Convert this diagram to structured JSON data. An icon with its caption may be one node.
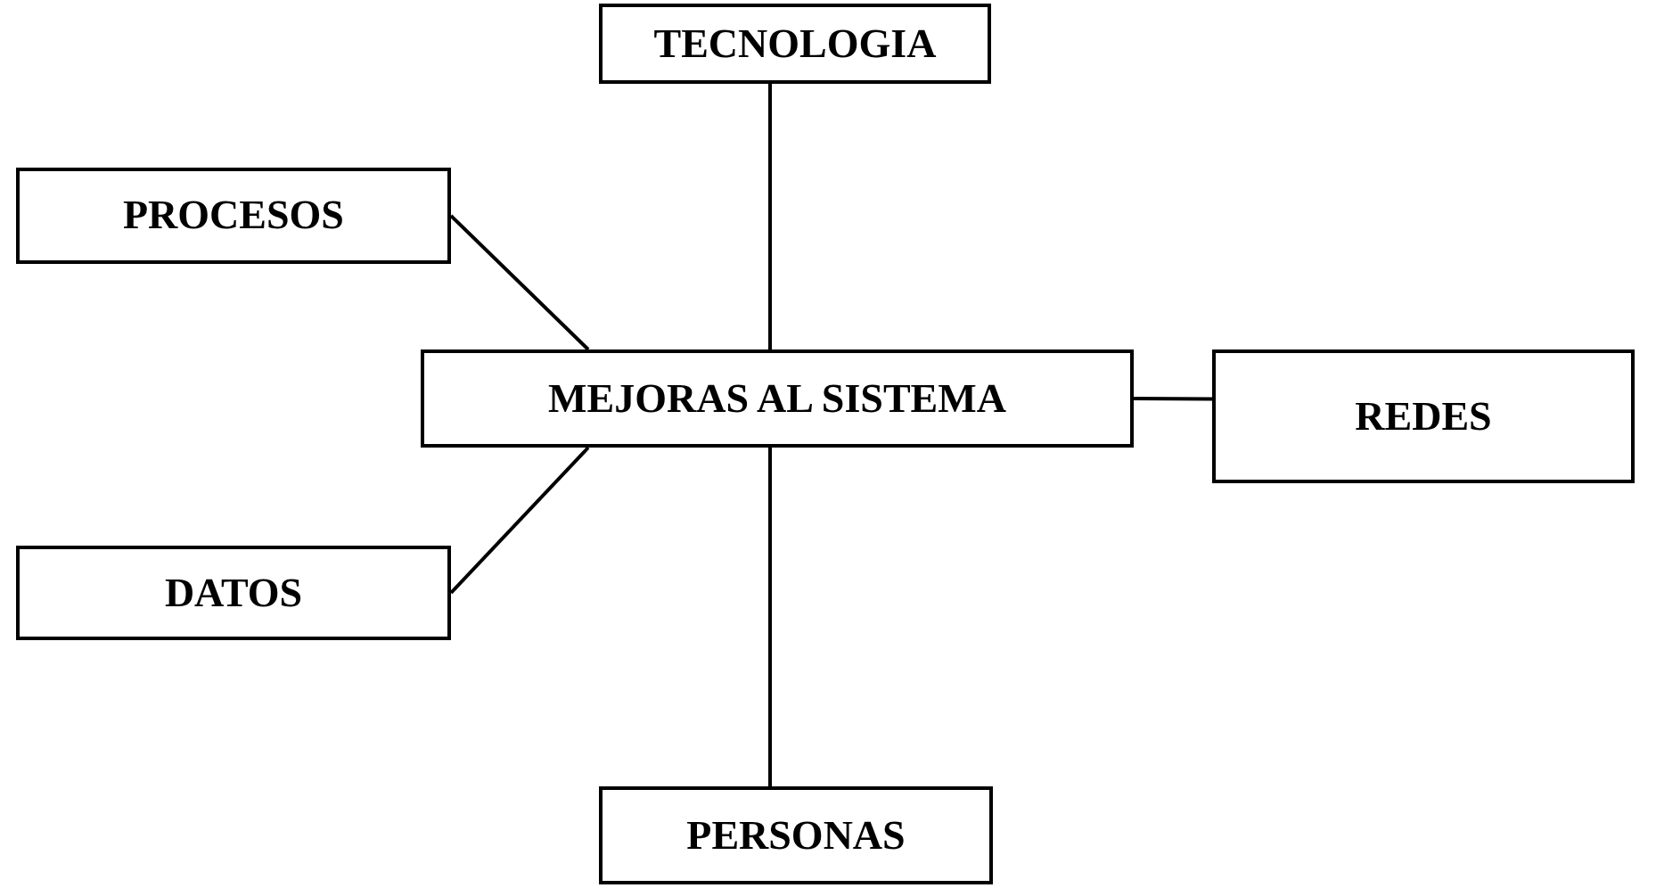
{
  "diagram": {
    "nodes": [
      {
        "text": [
          "TECNOLOGIA"
        ]
      },
      {
        "text": [
          "PROCESOS"
        ]
      },
      {
        "text": [
          "MEJORAS AL SISTEMA"
        ]
      },
      {
        "text": [
          "REDES"
        ]
      },
      {
        "text": [
          "DATOS"
        ]
      },
      {
        "text": [
          "PERSONAS"
        ]
      }
    ],
    "edges": [
      {
        "from": 2,
        "to": 0,
        "arrow": "none"
      },
      {
        "from": 2,
        "to": 1,
        "arrow": "none"
      },
      {
        "from": 2,
        "to": 3,
        "arrow": "none"
      },
      {
        "from": 2,
        "to": 4,
        "arrow": "none"
      },
      {
        "from": 2,
        "to": 5,
        "arrow": "none"
      }
    ]
  }
}
